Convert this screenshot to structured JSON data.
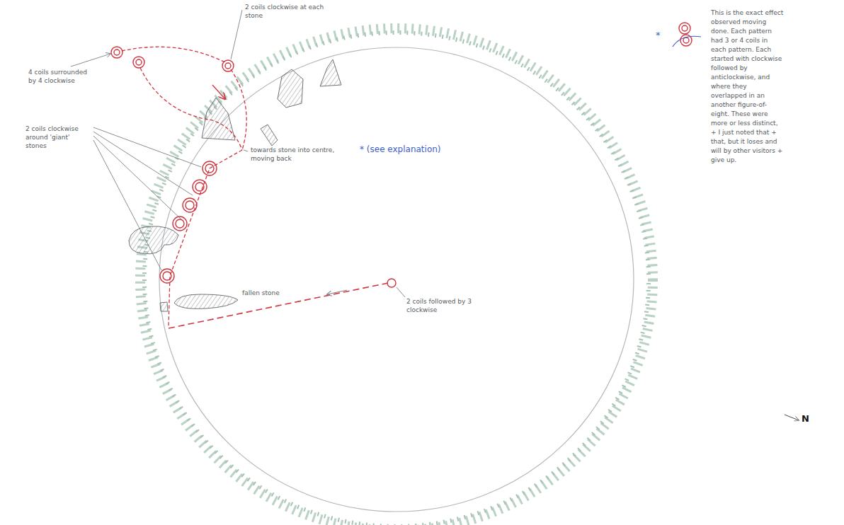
{
  "diagram": {
    "labels": [
      "4 coils surrounded by 4 clockwise",
      "2 coils clockwise at each stone",
      "towards stone into centre, moving back",
      "* (see explanation)",
      "2 coils clockwise around 'giant' stones",
      "fallen stone",
      "2 coils followed by 3 clockwise",
      "*",
      "This is the exact effect observed moving done. Each pattern had 3 or 4 coils in each pattern. Each started with clockwise followed by anticlockwise, and where they overlapped in an another figure-of-eight. These were more or less distinct, + I just noted that + that, but it loses and will by other visitors + give up.",
      "N"
    ]
  }
}
